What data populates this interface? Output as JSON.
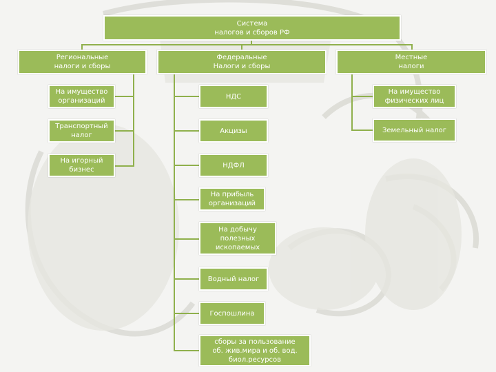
{
  "colors": {
    "box_fill": "#9bbb59",
    "connector": "#8fb04c",
    "text": "#ffffff"
  },
  "root": "Система\nналогов и сборов РФ",
  "categories": {
    "regional": "Региональные\nналоги и сборы",
    "federal": "Федеральные\nНалоги и сборы",
    "local": "Местные\nналоги"
  },
  "regional_items": [
    "На имущество\nорганизаций",
    "Транспортный\nналог",
    "На игорный\nбизнес"
  ],
  "federal_items": [
    "НДС",
    "Акцизы",
    "НДФЛ",
    "На прибыль\nорганизаций",
    "На добычу\nполезных\nископаемых",
    "Водный налог",
    "Госпошлина",
    "сборы за пользование\nоб. жив.мира  и об. вод.\nбиол.ресурсов"
  ],
  "local_items": [
    "На имущество\nфизических лиц",
    "Земельный налог"
  ]
}
